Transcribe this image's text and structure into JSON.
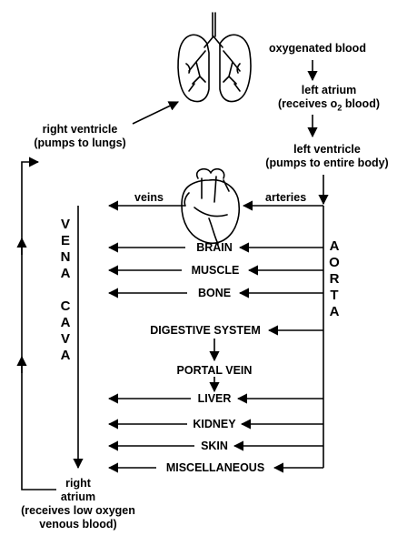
{
  "diagram": {
    "lungs_text": "oxygenated blood",
    "left_atrium": {
      "line1": "left atrium",
      "line2_pre": "(receives o",
      "line2_sub": "2",
      "line2_post": " blood)"
    },
    "left_ventricle": {
      "line1": "left ventricle",
      "line2": "(pumps to entire body)"
    },
    "right_ventricle": {
      "line1": "right ventricle",
      "line2": "(pumps to lungs)"
    },
    "right_atrium": {
      "line1": "right",
      "line2": "atrium",
      "line3": "(receives low oxygen",
      "line4": "venous blood)"
    },
    "veins_label": "veins",
    "arteries_label": "arteries",
    "vena_cava": "VENA CAVA",
    "aorta": "AORTA",
    "organs": {
      "brain": "BRAIN",
      "muscle": "MUSCLE",
      "bone": "BONE",
      "digestive": "DIGESTIVE SYSTEM",
      "portal_vein": "PORTAL VEIN",
      "liver": "LIVER",
      "kidney": "KIDNEY",
      "skin": "SKIN",
      "misc": "MISCELLANEOUS"
    },
    "icons": [
      "lungs-icon",
      "heart-icon"
    ],
    "colors": {
      "ink": "#000000",
      "background": "#ffffff"
    }
  }
}
